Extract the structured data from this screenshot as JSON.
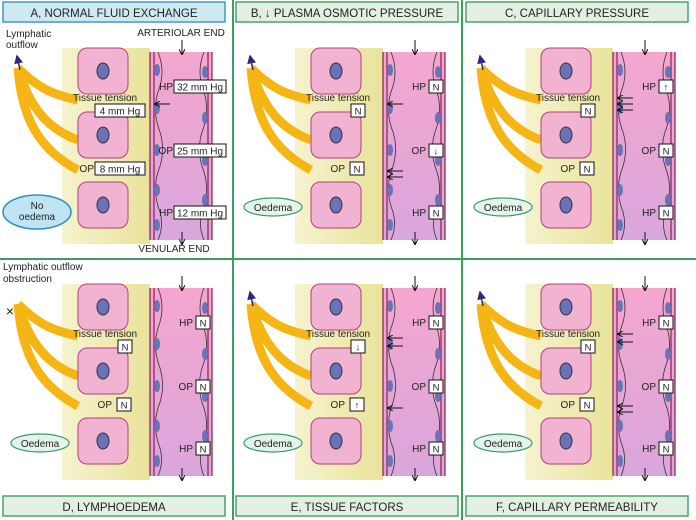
{
  "colors": {
    "divider": "#3aa060",
    "title_bg_a": "#cfe9f3",
    "title_border_a": "#3d9cc4",
    "title_bg": "#e2efe2",
    "title_border": "#4aa36a",
    "cell": "#f2b3d3",
    "nucleus": "#6a72b8",
    "vessel": "#ec9cc8",
    "tissue": "#efe9a8",
    "lymph": "#f5b615"
  },
  "panels": [
    {
      "title": "A, NORMAL FLUID EXCHANGE",
      "lymph_label": "Lymphatic outflow",
      "top_label": "ARTERIOLAR  END",
      "bottom_label": "VENULAR END",
      "tissue_label": "Tissue tension",
      "tissue_value": "4 mm Hg",
      "op_label": "OP",
      "op_value": "8 mm Hg",
      "vessel": [
        {
          "label": "HP",
          "value": "32 mm Hg"
        },
        {
          "label": "OP",
          "value": "25 mm Hg"
        },
        {
          "label": "HP",
          "value": "12 mm Hg"
        }
      ],
      "badge": "No oedema"
    },
    {
      "title": "B, ↓ PLASMA OSMOTIC PRESSURE",
      "tissue_label": "Tissue tension",
      "tissue_value": "N",
      "op_label": "OP",
      "op_value": "N",
      "vessel": [
        {
          "label": "HP",
          "value": "N"
        },
        {
          "label": "OP",
          "value": "↓"
        },
        {
          "label": "HP",
          "value": "N"
        }
      ],
      "badge": "Oedema"
    },
    {
      "title": "C, CAPILLARY PRESSURE",
      "tissue_label": "Tissue tension",
      "tissue_value": "N",
      "op_label": "OP",
      "op_value": "N",
      "vessel": [
        {
          "label": "HP",
          "value": "↑"
        },
        {
          "label": "OP",
          "value": "N"
        },
        {
          "label": "HP",
          "value": "N"
        }
      ],
      "badge": "Oedema"
    },
    {
      "title": "D, LYMPHOEDEMA",
      "lymph_label": "Lymphatic outflow obstruction",
      "tissue_label": "Tissue tension",
      "tissue_value": "N",
      "op_label": "OP",
      "op_value": "N",
      "vessel": [
        {
          "label": "HP",
          "value": "N"
        },
        {
          "label": "OP",
          "value": "N"
        },
        {
          "label": "HP",
          "value": "N"
        }
      ],
      "badge": "Oedema"
    },
    {
      "title": "E, TISSUE FACTORS",
      "tissue_label": "Tissue tension",
      "tissue_value": "↓",
      "op_label": "OP",
      "op_value": "↑",
      "vessel": [
        {
          "label": "HP",
          "value": "N"
        },
        {
          "label": "OP",
          "value": "N"
        },
        {
          "label": "HP",
          "value": "N"
        }
      ],
      "badge": "Oedema"
    },
    {
      "title": "F, CAPILLARY PERMEABILITY",
      "tissue_label": "Tissue tension",
      "tissue_value": "N",
      "op_label": "OP",
      "op_value": "N",
      "vessel": [
        {
          "label": "HP",
          "value": "N"
        },
        {
          "label": "OP",
          "value": "N"
        },
        {
          "label": "HP",
          "value": "N"
        }
      ],
      "badge": "Oedema"
    }
  ]
}
